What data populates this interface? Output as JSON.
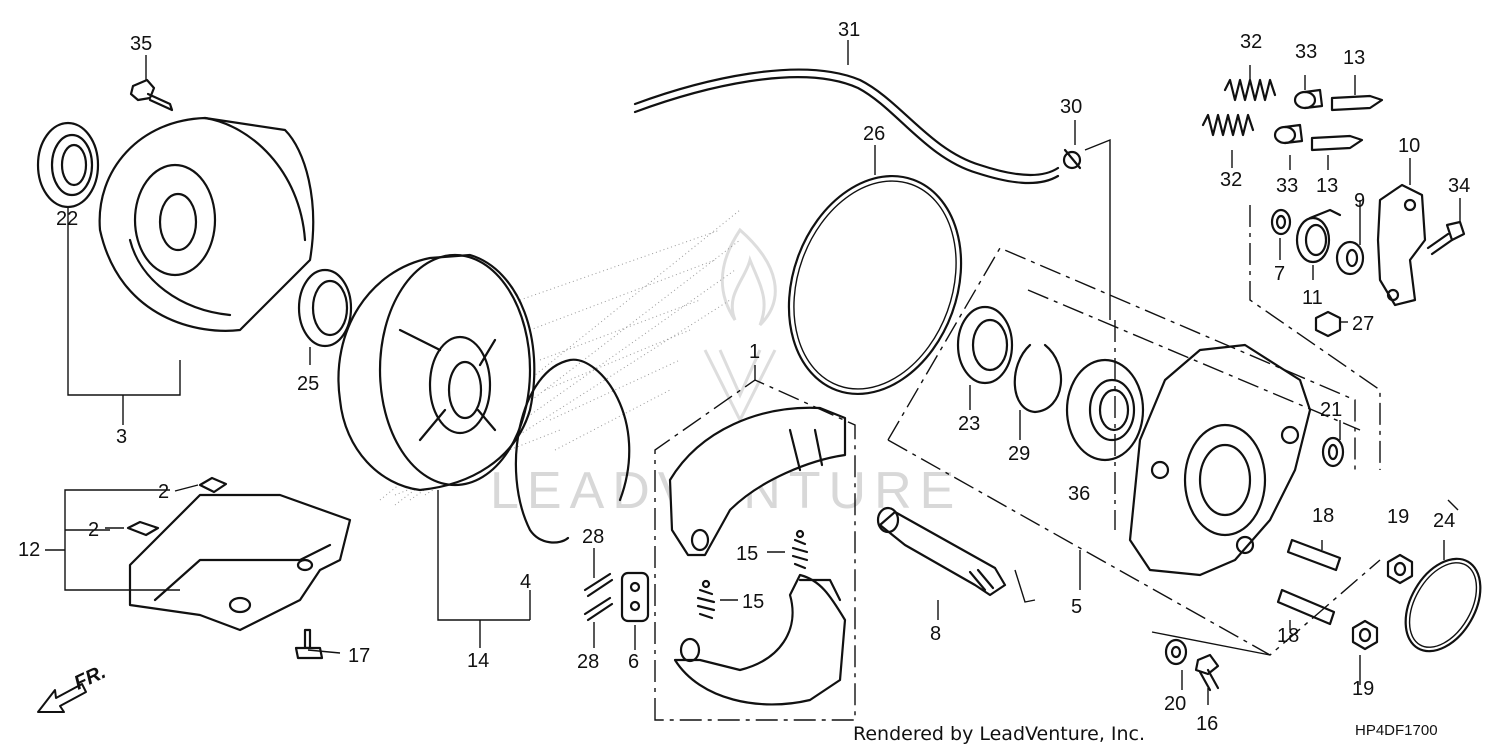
{
  "callouts": {
    "c1": "1",
    "c2a": "2",
    "c2b": "2",
    "c3": "3",
    "c4": "4",
    "c5": "5",
    "c6": "6",
    "c7": "7",
    "c8": "8",
    "c9": "9",
    "c10": "10",
    "c11": "11",
    "c12": "12",
    "c13a": "13",
    "c13b": "13",
    "c14": "14",
    "c15a": "15",
    "c15b": "15",
    "c16": "16",
    "c17": "17",
    "c18a": "18",
    "c18b": "18",
    "c19a": "19",
    "c19b": "19",
    "c20": "20",
    "c21": "21",
    "c22": "22",
    "c23": "23",
    "c24": "24",
    "c25": "25",
    "c26": "26",
    "c27": "27",
    "c28a": "28",
    "c28b": "28",
    "c29": "29",
    "c30": "30",
    "c31": "31",
    "c32a": "32",
    "c32b": "32",
    "c33a": "33",
    "c33b": "33",
    "c34": "34",
    "c35": "35",
    "c36": "36"
  },
  "footer": {
    "rendered_by": "Rendered by LeadVenture, Inc.",
    "diagram_code": "HP4DF1700",
    "front_indicator": "FR."
  },
  "watermark": {
    "text": "LEADVENTURE"
  },
  "icons": {
    "front_arrow": "front-arrow-icon"
  }
}
